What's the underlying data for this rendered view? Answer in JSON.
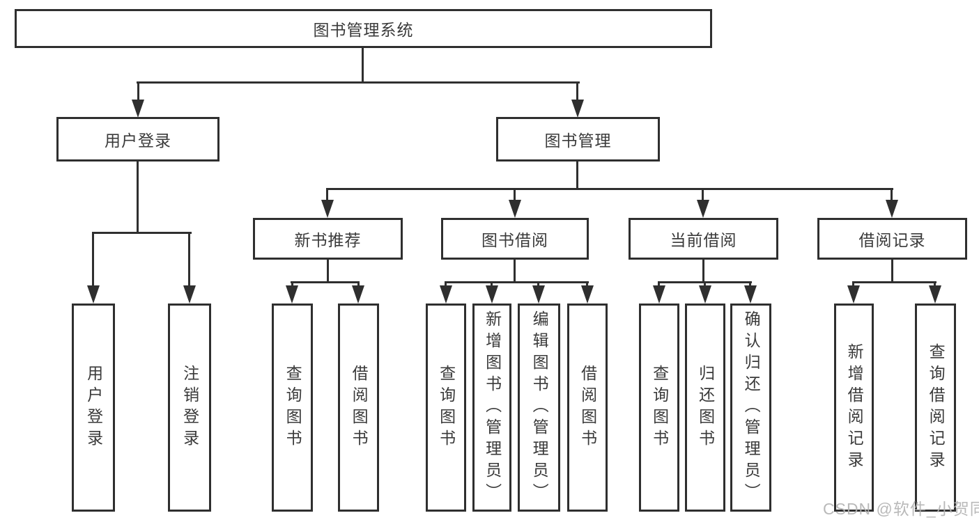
{
  "tree": {
    "root": {
      "label": "图书管理系统",
      "children": [
        {
          "label": "用户登录",
          "children": [
            {
              "label": "用户登录"
            },
            {
              "label": "注销登录"
            }
          ]
        },
        {
          "label": "图书管理",
          "children": [
            {
              "label": "新书推荐",
              "children": [
                {
                  "label": "查询图书"
                },
                {
                  "label": "借阅图书"
                }
              ]
            },
            {
              "label": "图书借阅",
              "children": [
                {
                  "label": "查询图书"
                },
                {
                  "label": "新增图书（管理员）"
                },
                {
                  "label": "编辑图书（管理员）"
                },
                {
                  "label": "借阅图书"
                }
              ]
            },
            {
              "label": "当前借阅",
              "children": [
                {
                  "label": "查询图书"
                },
                {
                  "label": "归还图书"
                },
                {
                  "label": "确认归还（管理员）"
                }
              ]
            },
            {
              "label": "借阅记录",
              "children": [
                {
                  "label": "新增借阅记录"
                },
                {
                  "label": "查询借阅记录"
                }
              ]
            }
          ]
        }
      ]
    }
  },
  "watermark": {
    "text": "CSDN @软件_小贺同学"
  },
  "colors": {
    "line": "#2f2f2f",
    "text": "#3a3a3a",
    "background": "#ffffff",
    "watermark": "#b2b2b2"
  }
}
